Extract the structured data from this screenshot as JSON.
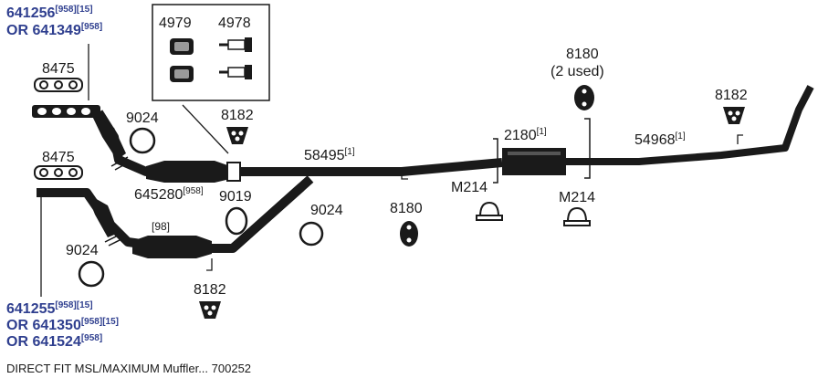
{
  "colors": {
    "ink": "#1a1a1a",
    "part_number_blue": "#2f3f8f",
    "background": "#ffffff"
  },
  "inset": {
    "left_part": "4979",
    "right_part": "4978"
  },
  "top_left_parts": {
    "line1": "641256",
    "line1_refs": "[958][15]",
    "line2": "OR 641349",
    "line2_refs": "[958]"
  },
  "bottom_left_parts": {
    "line1": "641255",
    "line1_refs": "[958][15]",
    "line2": "OR 641350",
    "line2_refs": "[958][15]",
    "line3": "OR 641524",
    "line3_refs": "[958]"
  },
  "labels": {
    "gasket_top": "8475",
    "gasket_bottom": "8475",
    "ring_top": "9024",
    "ring_middle": "9024",
    "ring_bottom": "9024",
    "hanger_near_inset": "8182",
    "hanger_bottom": "8182",
    "hanger_right": "8182",
    "pipe_mid": "58495",
    "pipe_mid_ref": "[1]",
    "converter": "645280",
    "converter_ref": "[958]",
    "clamp_gasket": "9019",
    "lower_pipe_ref": "[98]",
    "insulator_lower": "8180",
    "insulator_top": "8180",
    "insulator_top_note": "(2 used)",
    "clamp_left": "M214",
    "clamp_right": "M214",
    "muffler": "2180",
    "muffler_ref": "[1]",
    "tailpipe": "54968",
    "tailpipe_ref": "[1]"
  },
  "caption": "DIRECT FIT MSL/MAXIMUM Muffler... 700252"
}
